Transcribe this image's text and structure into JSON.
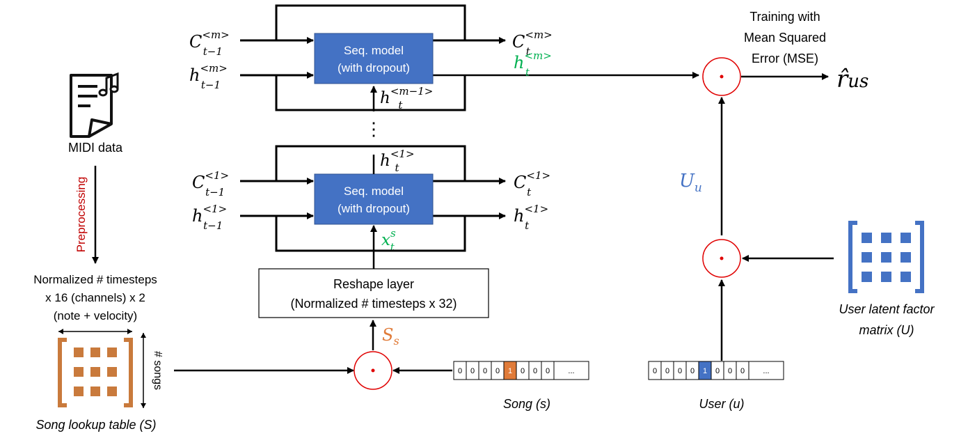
{
  "colors": {
    "seq_block": "#4472C4",
    "accent_green": "#00B050",
    "accent_orange": "#E07B39",
    "accent_blue": "#4472C4",
    "accent_red": "#C00000",
    "song_matrix": "#C97A3C",
    "user_matrix": "#4472C4",
    "multiply_node": "#E00000"
  },
  "icons": [
    "midi-document-icon",
    "song-matrix-icon",
    "user-matrix-icon",
    "multiply-node-icon"
  ],
  "midi": {
    "label": "MIDI data"
  },
  "preprocessing": {
    "label": "Preprocessing"
  },
  "normalized": {
    "line1": "Normalized # timesteps",
    "line2": "x 16 (channels) x 2",
    "line3": "(note + velocity)"
  },
  "song_table": {
    "label": "Song lookup table (S)",
    "dim_label": "# songs"
  },
  "reshape": {
    "line1": "Reshape layer",
    "line2": "(Normalized # timesteps x 32)"
  },
  "seq_top": {
    "line1": "Seq. model",
    "line2": "(with dropout)"
  },
  "seq_bottom": {
    "line1": "Seq. model",
    "line2": "(with dropout)"
  },
  "math": {
    "c_in_top_base": "C",
    "c_in_top_sup": "<m>",
    "c_in_top_sub": "t−1",
    "h_in_top_base": "h",
    "h_in_top_sup": "<m>",
    "h_in_top_sub": "t−1",
    "c_out_top_base": "C",
    "c_out_top_sup": "<m>",
    "c_out_top_sub": "t",
    "h_out_top_base": "h",
    "h_out_top_sup": "<m>",
    "h_out_top_sub": "t",
    "h_mid_base": "h",
    "h_mid_sup": "<m−1>",
    "h_mid_sub": "t",
    "h_one_base": "h",
    "h_one_sup": "<1>",
    "h_one_sub": "t",
    "c_in_bot_base": "C",
    "c_in_bot_sup": "<1>",
    "c_in_bot_sub": "t−1",
    "h_in_bot_base": "h",
    "h_in_bot_sup": "<1>",
    "h_in_bot_sub": "t−1",
    "c_out_bot_base": "C",
    "c_out_bot_sup": "<1>",
    "c_out_bot_sub": "t",
    "h_out_bot_base": "h",
    "h_out_bot_sup": "<1>",
    "h_out_bot_sub": "t",
    "x_base": "x",
    "x_sup": "s",
    "x_sub": "t",
    "s_base": "S",
    "s_sub": "s",
    "u_base": "U",
    "u_sub": "u",
    "r_base": "r̂",
    "r_sub": "us",
    "dots": "⋮"
  },
  "training": {
    "line1": "Training with",
    "line2": "Mean Squared",
    "line3": "Error (MSE)"
  },
  "song_vector": {
    "cells": [
      "0",
      "0",
      "0",
      "0",
      "1",
      "0",
      "0",
      "0",
      "..."
    ],
    "label": "Song (s)",
    "highlight_color": "#E07B39"
  },
  "user_vector": {
    "cells": [
      "0",
      "0",
      "0",
      "0",
      "1",
      "0",
      "0",
      "0",
      "..."
    ],
    "label": "User (u)",
    "highlight_color": "#4472C4"
  },
  "user_matrix": {
    "line1": "User latent factor",
    "line2": "matrix (U)"
  }
}
